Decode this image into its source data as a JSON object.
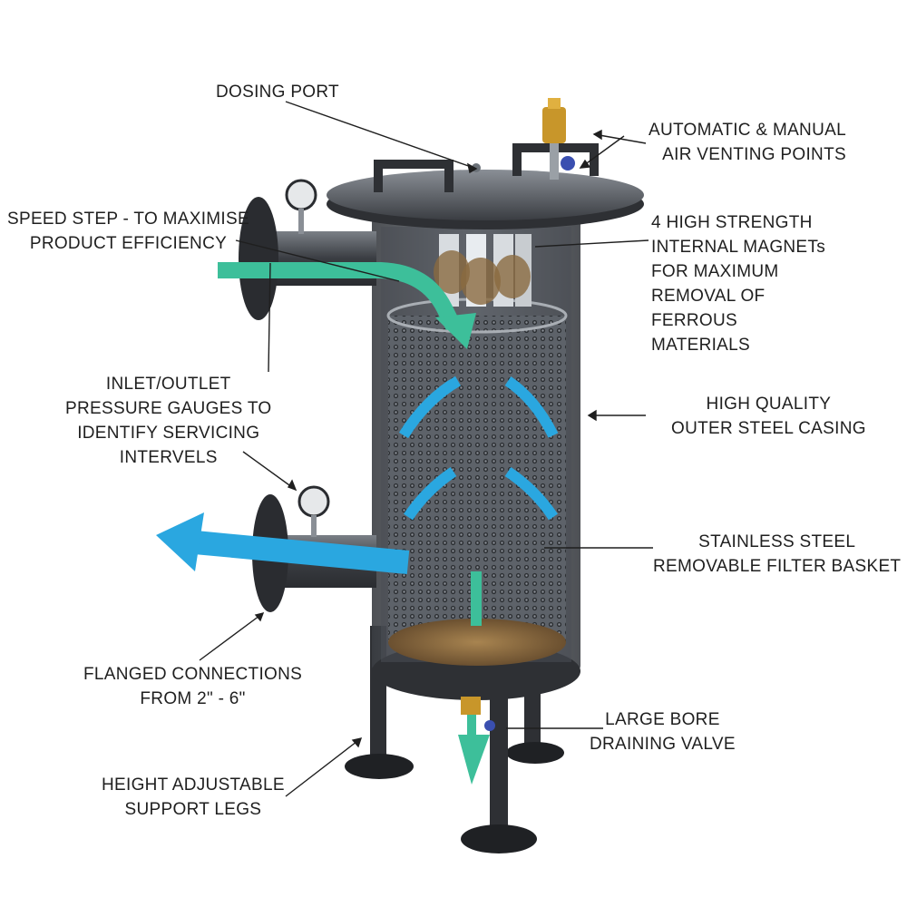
{
  "colors": {
    "steel_dark": "#3a3d42",
    "steel_mid": "#5a5e65",
    "steel_light": "#8a8f96",
    "glass": "#6b7178",
    "flow_green": "#3dbf9a",
    "flow_blue": "#2aa7e0",
    "sediment": "#8a6a40",
    "brass": "#c8962a",
    "valve_blue": "#3a4fb0",
    "label_text": "#1f1f1f"
  },
  "labels": {
    "dosing_port": [
      "DOSING PORT"
    ],
    "air_vent": [
      "AUTOMATIC & MANUAL",
      "AIR VENTING POINTS"
    ],
    "speed_step": [
      "SPEED STEP - TO MAXIMISE",
      "PRODUCT EFFICIENCY"
    ],
    "magnets": [
      "4 HIGH STRENGTH",
      "INTERNAL MAGNETs",
      "FOR MAXIMUM",
      "REMOVAL OF",
      "FERROUS",
      "MATERIALS"
    ],
    "gauges": [
      "INLET/OUTLET",
      "PRESSURE GAUGES TO",
      "IDENTIFY SERVICING",
      "INTERVELS"
    ],
    "casing": [
      "HIGH QUALITY",
      "OUTER STEEL CASING"
    ],
    "basket": [
      "STAINLESS STEEL",
      "REMOVABLE FILTER BASKET"
    ],
    "flanges": [
      "FLANGED CONNECTIONS",
      "FROM 2\" - 6\""
    ],
    "drain": [
      "LARGE BORE",
      "DRAINING VALVE"
    ],
    "legs": [
      "HEIGHT ADJUSTABLE",
      "SUPPORT LEGS"
    ]
  }
}
